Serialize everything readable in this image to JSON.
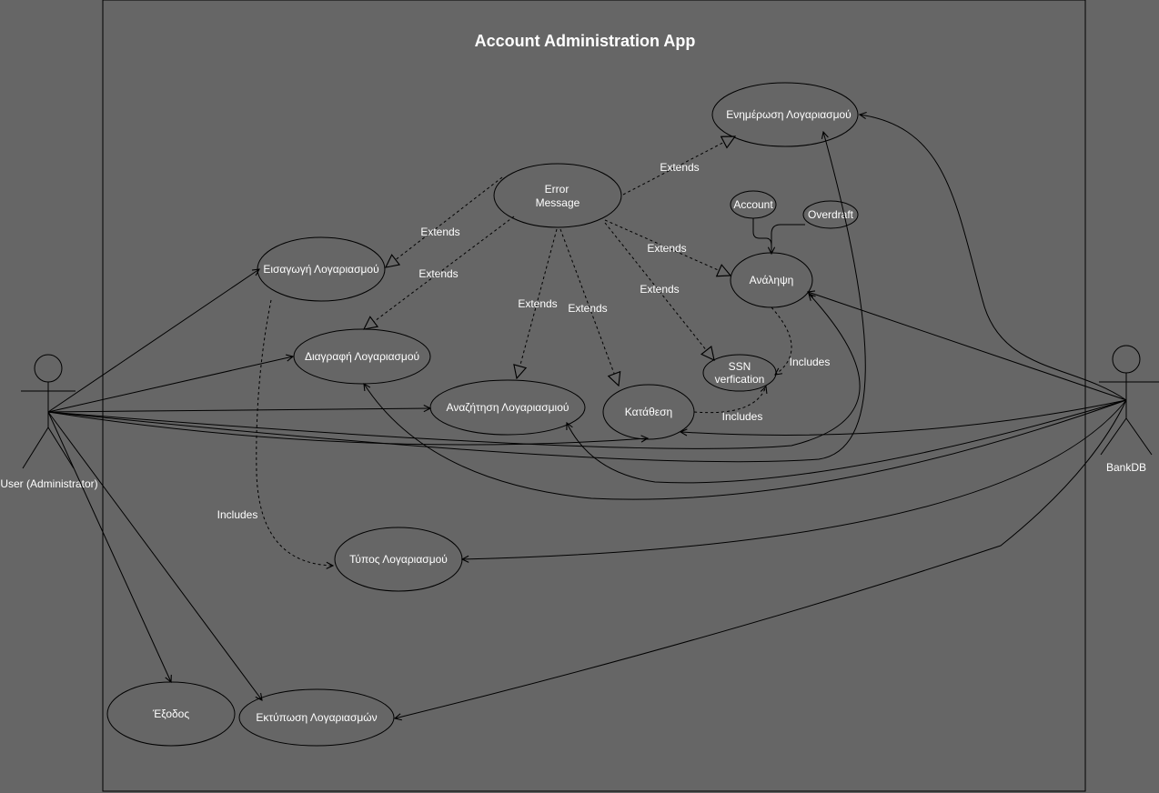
{
  "diagram": {
    "title": "Account Administration App",
    "actors": {
      "user": "User (Administrator)",
      "bankdb": "BankDB"
    },
    "use_cases": {
      "update_account": "Ενημέρωση Λογαριασμού",
      "error_message_1": "Error",
      "error_message_2": "Message",
      "account": "Account",
      "overdraft": "Overdraft",
      "insert_account": "Εισαγωγή Λογαριασμού",
      "withdrawal": "Ανάληψη",
      "delete_account": "Διαγραφή Λογαριασμού",
      "ssn_1": "SSN",
      "ssn_2": "verfication",
      "search_account": "Αναζήτηση Λογαριασμιού",
      "deposit": "Κατάθεση",
      "account_type": "Τύπος Λογαριασμού",
      "exit": "Έξοδος",
      "print_accounts": "Εκτύπωση Λογαριασμών"
    },
    "edge_labels": {
      "extends": "Extends",
      "includes": "Includes"
    },
    "colors": {
      "background": "#666666",
      "stroke": "#000000",
      "text": "#ffffff"
    }
  }
}
